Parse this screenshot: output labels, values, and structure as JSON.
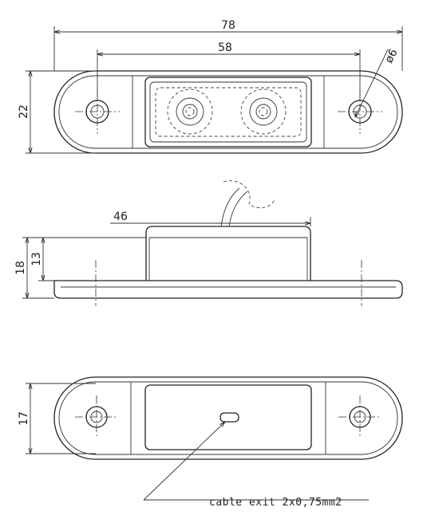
{
  "top_view": {
    "overall_length": "78",
    "hole_spacing": "58",
    "hole_diameter": "ø6",
    "width": "22"
  },
  "side_view": {
    "lens_length": "46",
    "total_height": "18",
    "lens_height": "13"
  },
  "bottom_view": {
    "width": "17",
    "cable_note": "cable exit 2x0,75mm2"
  },
  "colors": {
    "ink": "#222222",
    "background": "#ffffff"
  }
}
